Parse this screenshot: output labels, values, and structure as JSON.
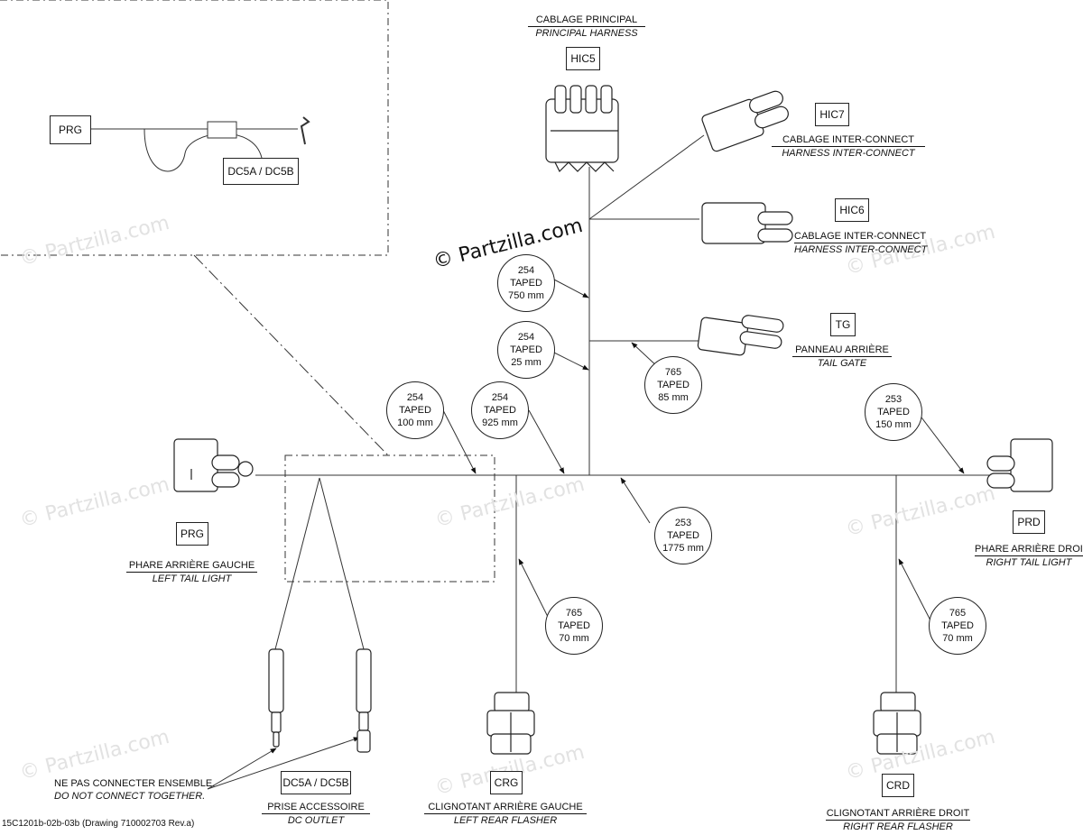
{
  "watermark": "© Partzilla.com",
  "copyright": "© Partzilla.com",
  "footer": "15C1201b-02b-03b (Drawing 710002703 Rev.a)",
  "inset": {
    "left_box": "PRG",
    "right_box": "DC5A / DC5B"
  },
  "connectors": {
    "hic5": {
      "code": "HIC5",
      "fr": "CABLAGE PRINCIPAL",
      "en": "PRINCIPAL HARNESS"
    },
    "hic7": {
      "code": "HIC7",
      "fr": "CABLAGE INTER-CONNECT",
      "en": "HARNESS INTER-CONNECT"
    },
    "hic6": {
      "code": "HIC6",
      "fr": "CABLAGE INTER-CONNECT",
      "en": "HARNESS INTER-CONNECT"
    },
    "tg": {
      "code": "TG",
      "fr": "PANNEAU ARRIÈRE",
      "en": "TAIL GATE"
    },
    "prg": {
      "code": "PRG",
      "fr": "PHARE ARRIÈRE GAUCHE",
      "en": "LEFT TAIL LIGHT"
    },
    "prd": {
      "code": "PRD",
      "fr": "PHARE ARRIÈRE DROIT",
      "en": "RIGHT TAIL LIGHT"
    },
    "crg": {
      "code": "CRG",
      "fr": "CLIGNOTANT ARRIÈRE GAUCHE",
      "en": "LEFT REAR FLASHER"
    },
    "crd": {
      "code": "CRD",
      "fr": "CLIGNOTANT ARRIÈRE DROIT",
      "en": "RIGHT REAR FLASHER"
    },
    "dc": {
      "code": "DC5A / DC5B",
      "fr": "PRISE ACCESSOIRE",
      "en": "DC OUTLET"
    }
  },
  "note": {
    "fr": "NE PAS CONNECTER ENSEMBLE.",
    "en": "DO NOT CONNECT TOGETHER."
  },
  "callouts": {
    "c1": {
      "num": "254",
      "type": "TAPED",
      "len": "750 mm"
    },
    "c2": {
      "num": "254",
      "type": "TAPED",
      "len": "25 mm"
    },
    "c3": {
      "num": "765",
      "type": "TAPED",
      "len": "85 mm"
    },
    "c4": {
      "num": "254",
      "type": "TAPED",
      "len": "100 mm"
    },
    "c5": {
      "num": "254",
      "type": "TAPED",
      "len": "925 mm"
    },
    "c6": {
      "num": "253",
      "type": "TAPED",
      "len": "150 mm"
    },
    "c7": {
      "num": "253",
      "type": "TAPED",
      "len": "1775 mm"
    },
    "c8": {
      "num": "765",
      "type": "TAPED",
      "len": "70 mm"
    },
    "c9": {
      "num": "765",
      "type": "TAPED",
      "len": "70 mm"
    }
  }
}
